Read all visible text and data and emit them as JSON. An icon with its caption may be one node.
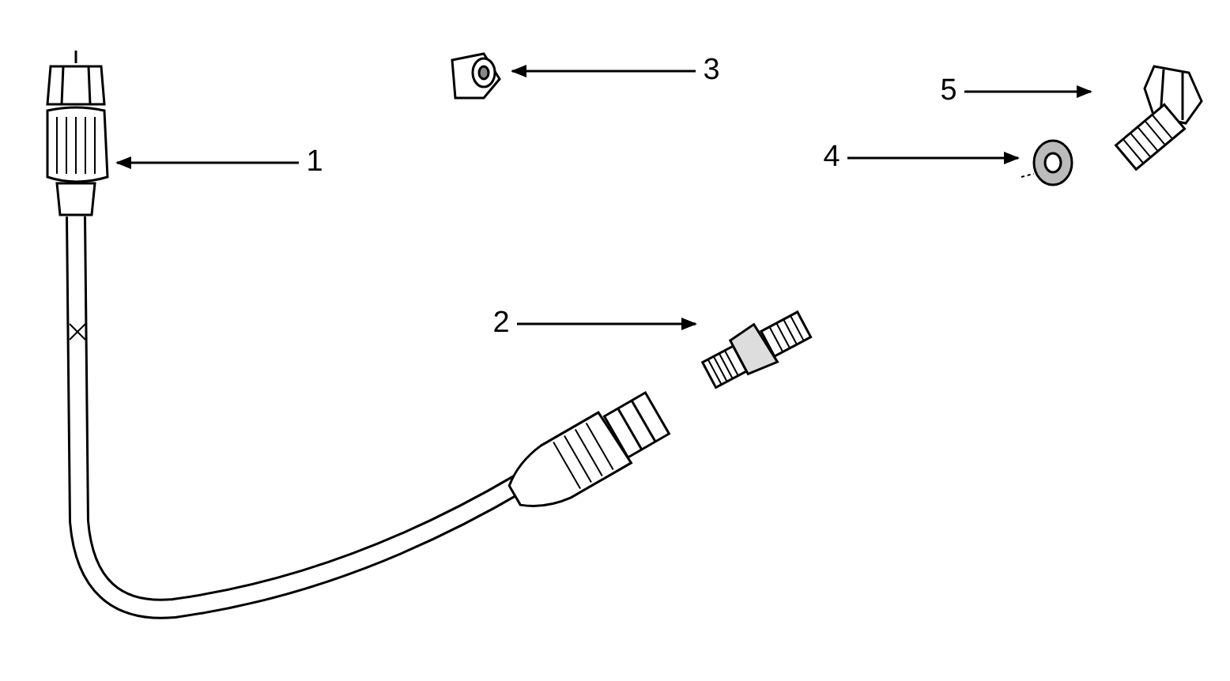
{
  "diagram": {
    "nodes": [
      {
        "text": [
          "1"
        ]
      },
      {
        "text": [],
        "shape": "picture"
      },
      {
        "text": [
          "2"
        ]
      },
      {
        "text": [],
        "shape": "picture"
      },
      {
        "text": [
          "3"
        ]
      },
      {
        "text": [],
        "shape": "picture"
      },
      {
        "text": [
          "4"
        ]
      },
      {
        "text": [],
        "shape": "picture"
      },
      {
        "text": [
          "5"
        ]
      },
      {
        "text": [],
        "shape": "picture"
      }
    ],
    "edges": [
      {
        "from": 0,
        "to": 1,
        "arrow": "to"
      },
      {
        "from": 2,
        "to": 3,
        "arrow": "to"
      },
      {
        "from": 4,
        "to": 5,
        "arrow": "to"
      },
      {
        "from": 6,
        "to": 7,
        "arrow": "to"
      },
      {
        "from": 8,
        "to": 9,
        "arrow": "to"
      }
    ]
  }
}
